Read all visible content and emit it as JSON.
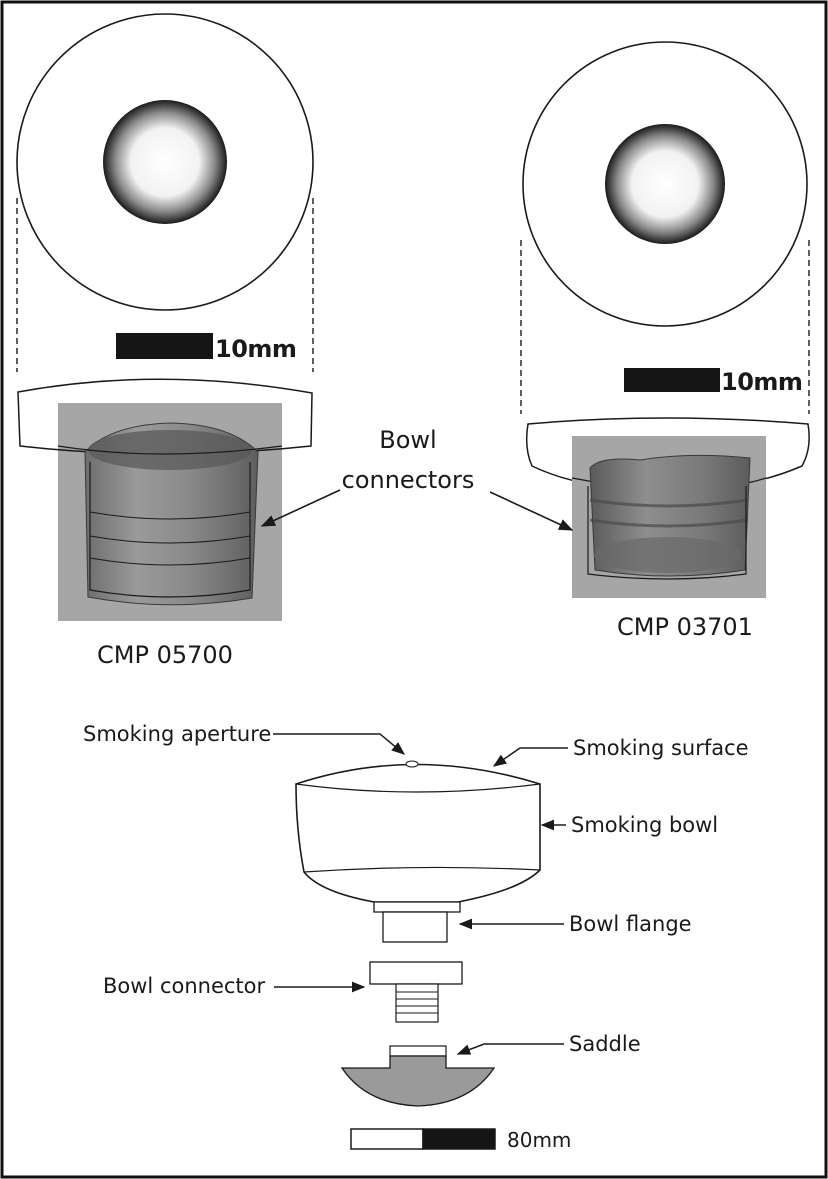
{
  "top": {
    "bowl_connectors_label_line1": "Bowl",
    "bowl_connectors_label_line2": "connectors",
    "left_specimen": {
      "id": "CMP 05700",
      "scale_label": "10mm"
    },
    "right_specimen": {
      "id": "CMP 03701",
      "scale_label": "10mm"
    }
  },
  "exploded_view": {
    "labels": {
      "smoking_aperture": "Smoking aperture",
      "smoking_surface": "Smoking surface",
      "smoking_bowl": "Smoking bowl",
      "bowl_flange": "Bowl flange",
      "bowl_connector": "Bowl connector",
      "saddle": "Saddle"
    },
    "scale_label": "80mm"
  },
  "colors": {
    "frame": "#111111",
    "line": "#1a1a1a",
    "photo_bg": "#a6a6a6",
    "stone": "#8c8c8c",
    "saddle_fill": "#9a9a9a",
    "scale_black": "#151515"
  }
}
